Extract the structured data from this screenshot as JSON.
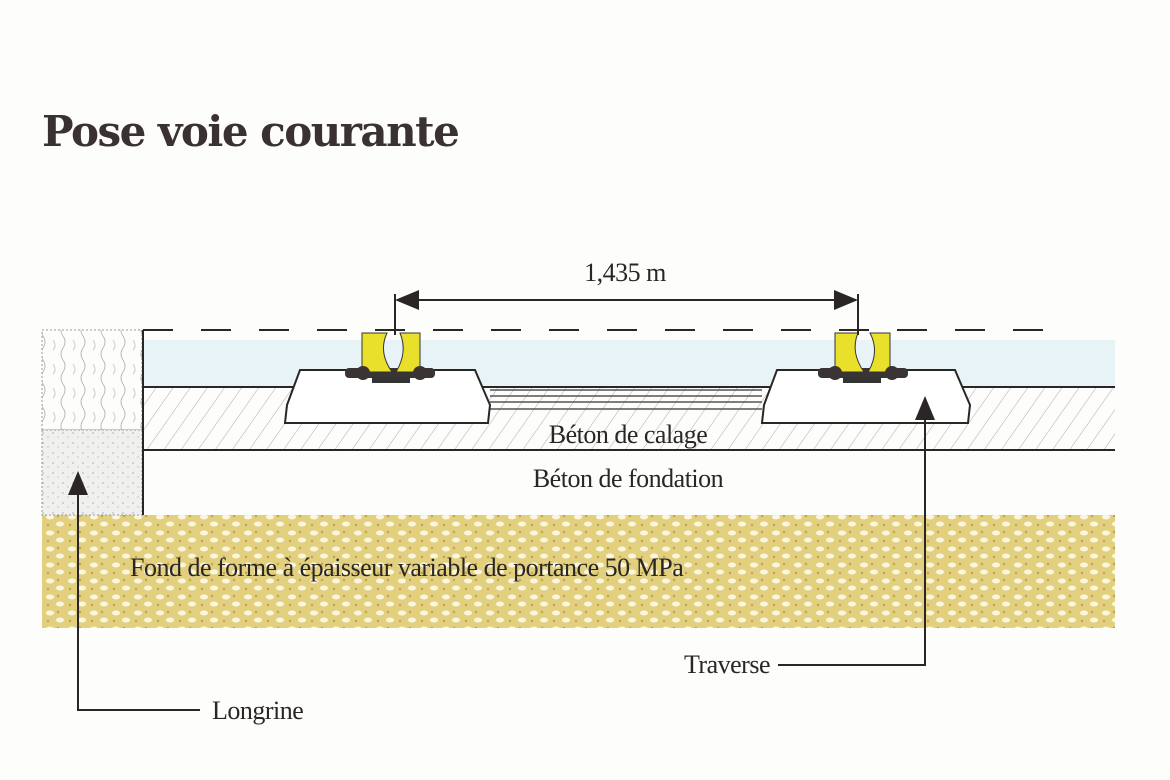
{
  "title": "Pose voie courante",
  "gauge_label": "1,435 m",
  "layers": {
    "calage": "Béton de calage",
    "fondation": "Béton de fondation",
    "fond_de_forme": "Fond de forme à épaisseur variable de portance 50 MPa"
  },
  "callouts": {
    "traverse": "Traverse",
    "longrine": "Longrine"
  },
  "colors": {
    "rail_pad": "#e8e02a",
    "sand": "#e6d48a",
    "water_band": "#e4f1f7",
    "ink": "#2a2626"
  }
}
